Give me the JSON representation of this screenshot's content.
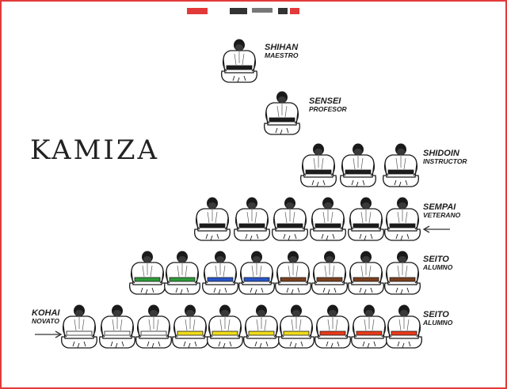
{
  "diagram": {
    "title": "KAMIZA",
    "levels": [
      {
        "rank": "SHIHAN",
        "translation": "MAESTRO",
        "belts": [
          "#1c1c1c"
        ]
      },
      {
        "rank": "SENSEI",
        "translation": "PROFESOR",
        "belts": [
          "#1c1c1c"
        ]
      },
      {
        "rank": "SHIDOIN",
        "translation": "INSTRUCTOR",
        "belts": [
          "#1c1c1c",
          "#1c1c1c",
          "#1c1c1c"
        ]
      },
      {
        "rank": "SEMPAI",
        "translation": "VETERANO",
        "belts": [
          "#1c1c1c",
          "#1c1c1c",
          "#1c1c1c",
          "#1c1c1c",
          "#1c1c1c",
          "#1c1c1c"
        ]
      },
      {
        "rank": "SEITO",
        "translation": "ALUMNO",
        "belts": [
          "#2f9a3a",
          "#2f9a3a",
          "#2a55c8",
          "#2a55c8",
          "#7a4020",
          "#7a4020",
          "#7a4020",
          "#7a4020"
        ]
      },
      {
        "rank": "SEITO",
        "translation": "ALUMNO",
        "belts": [
          "#ffffff",
          "#ffffff",
          "#ffffff",
          "#f0dc1a",
          "#f0dc1a",
          "#f0dc1a",
          "#f0dc1a",
          "#e83a1a",
          "#e83a1a",
          "#e83a1a"
        ]
      }
    ],
    "extra_label": {
      "rank": "KOHAI",
      "translation": "NOVATO"
    },
    "arrows": [
      "arrow-sempai",
      "arrow-kohai"
    ],
    "accent_color": "#e23a3a"
  }
}
